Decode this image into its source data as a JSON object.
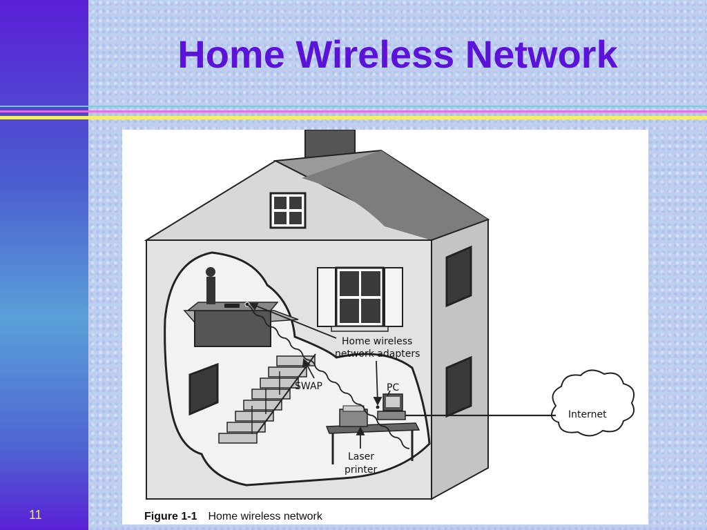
{
  "slide": {
    "title": "Home Wireless Network",
    "number": "11"
  },
  "figure": {
    "caption_number": "Figure 1-1",
    "caption_text": "Home wireless network",
    "labels": {
      "adapters_line1": "Home wireless",
      "adapters_line2": "network adapters",
      "swap": "SWAP",
      "pc": "PC",
      "internet": "Internet",
      "printer_line1": "Laser",
      "printer_line2": "printer"
    }
  },
  "colors": {
    "title": "#5b12d9",
    "slide_number": "#f0f040",
    "sidebar_top": "#5a1fd6"
  }
}
